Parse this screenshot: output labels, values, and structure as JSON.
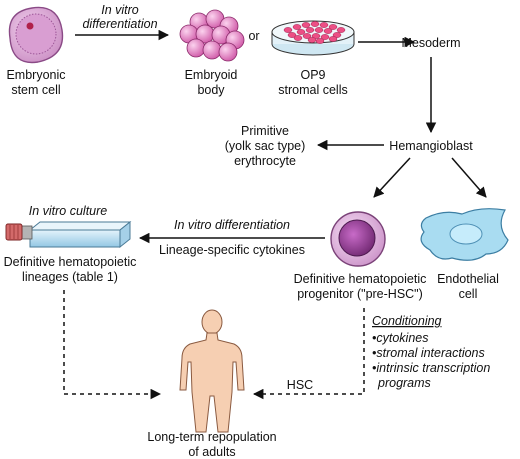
{
  "colors": {
    "embryonic_cell": "#e6b3df",
    "embryoid_body": "#e98ccc",
    "stromal_cells": "#ee5a8c",
    "progenitor_cell": "#e8b6e4",
    "endothelial_cell": "#a9dcf1",
    "culture_flask": "#bfe0f2",
    "human_figure": "#f6cfb2",
    "arrow": "#111111"
  },
  "nodes": {
    "embryonic_stem_cell": {
      "line1": "Embryonic",
      "line2": "stem cell",
      "icon": "embryonic-stem-cell-icon"
    },
    "embryoid_body": {
      "line1": "Embryoid",
      "line2": "body",
      "icon": "embryoid-body-icon"
    },
    "or_text": "or",
    "op9_stromal_cells": {
      "line1": "OP9",
      "line2": "stromal cells",
      "icon": "petri-dish-icon"
    },
    "mesoderm": "Mesoderm",
    "hemangioblast": "Hemangioblast",
    "primitive_erythrocyte": {
      "line1": "Primitive",
      "line2": "(yolk sac type)",
      "line3": "erythrocyte"
    },
    "definitive_progenitor": {
      "line1": "Definitive hematopoietic",
      "line2": "progenitor (\"pre-HSC\")",
      "icon": "progenitor-cell-icon"
    },
    "endothelial_cell": {
      "line1": "Endothelial",
      "line2": "cell",
      "icon": "endothelial-cell-icon"
    },
    "definitive_lineages": {
      "line1": "Definitive hematopoietic",
      "line2": "lineages (table 1)",
      "icon": "culture-flask-icon"
    },
    "repopulation": {
      "line1": "Long-term repopulation",
      "line2": "of adults",
      "icon": "human-figure-icon"
    }
  },
  "edge_labels": {
    "in_vitro_differentiation_top": {
      "line1": "In vitro",
      "line2": "differentiation"
    },
    "in_vitro_culture": "In vitro culture",
    "in_vitro_differentiation_mid": "In vitro differentiation",
    "lineage_specific_cytokines": "Lineage-specific cytokines",
    "hsc": "HSC"
  },
  "conditioning": {
    "title": "Conditioning",
    "items": [
      "•cytokines",
      "•stromal interactions",
      "•intrinsic transcription",
      "programs"
    ]
  }
}
